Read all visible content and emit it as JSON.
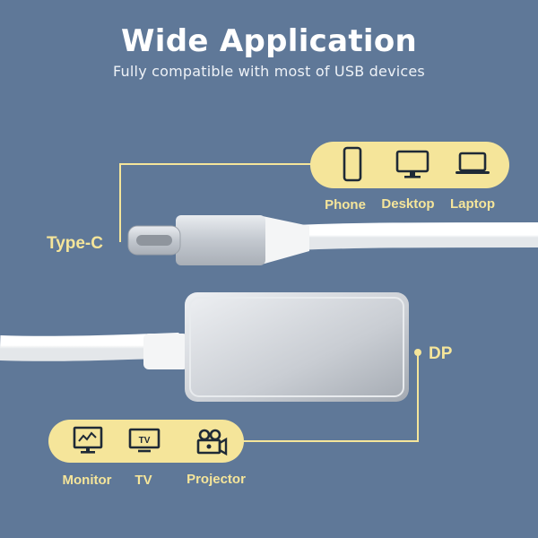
{
  "header": {
    "title": "Wide Application",
    "subtitle": "Fully compatible with most of USB devices"
  },
  "type_c": {
    "label": "Type-C",
    "devices": [
      {
        "label": "Phone",
        "icon": "phone-icon"
      },
      {
        "label": "Desktop",
        "icon": "desktop-icon"
      },
      {
        "label": "Laptop",
        "icon": "laptop-icon"
      }
    ]
  },
  "dp": {
    "label": "DP",
    "devices": [
      {
        "label": "Monitor",
        "icon": "monitor-icon"
      },
      {
        "label": "TV",
        "icon": "tv-icon"
      },
      {
        "label": "Projector",
        "icon": "projector-icon"
      }
    ]
  },
  "colors": {
    "background": "#5f7898",
    "accent": "#f5e59a",
    "cable": "#ffffff",
    "housing": "#cfd3d9"
  }
}
